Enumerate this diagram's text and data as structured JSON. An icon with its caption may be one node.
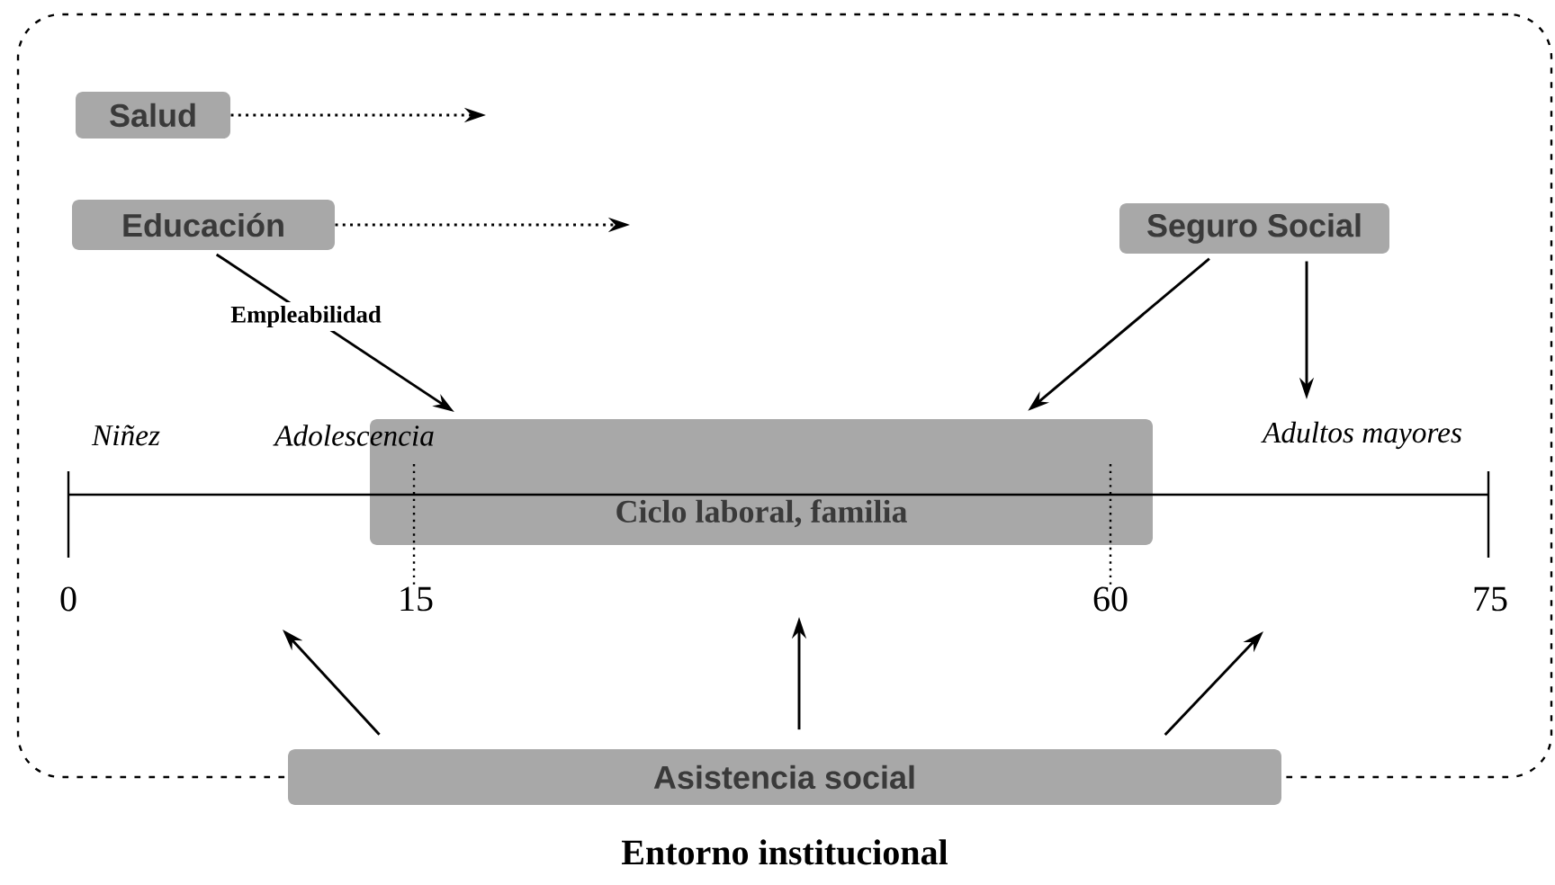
{
  "diagram": {
    "nodes": [
      {
        "text": [
          "Entorno institucional"
        ]
      },
      {
        "text": [
          "Salud"
        ],
        "in": 0
      },
      {
        "text": [
          "Educación"
        ],
        "in": 0
      },
      {
        "text": [
          "Seguro Social"
        ],
        "in": 0
      },
      {
        "text": [
          "Ciclo laboral, familia"
        ],
        "in": 0
      },
      {
        "text": [
          "Asistencia social"
        ]
      }
    ],
    "edges": [
      {
        "from": 1,
        "to": null,
        "arrow": "to",
        "style": "dashed"
      },
      {
        "from": 2,
        "to": null,
        "arrow": "to",
        "style": "dashed"
      },
      {
        "from": 2,
        "to": 4,
        "arrow": "to",
        "label": "Empleabilidad"
      },
      {
        "from": 3,
        "to": 4,
        "arrow": "to"
      },
      {
        "from": 3,
        "to": null,
        "arrow": "to"
      },
      {
        "from": 5,
        "to": null,
        "arrow": "to"
      },
      {
        "from": 5,
        "to": null,
        "arrow": "to"
      },
      {
        "from": 5,
        "to": null,
        "arrow": "to"
      }
    ],
    "labels": [
      "Niñez",
      "Adolescencia",
      "Adultos mayores",
      "0",
      "15",
      "60",
      "75"
    ]
  }
}
